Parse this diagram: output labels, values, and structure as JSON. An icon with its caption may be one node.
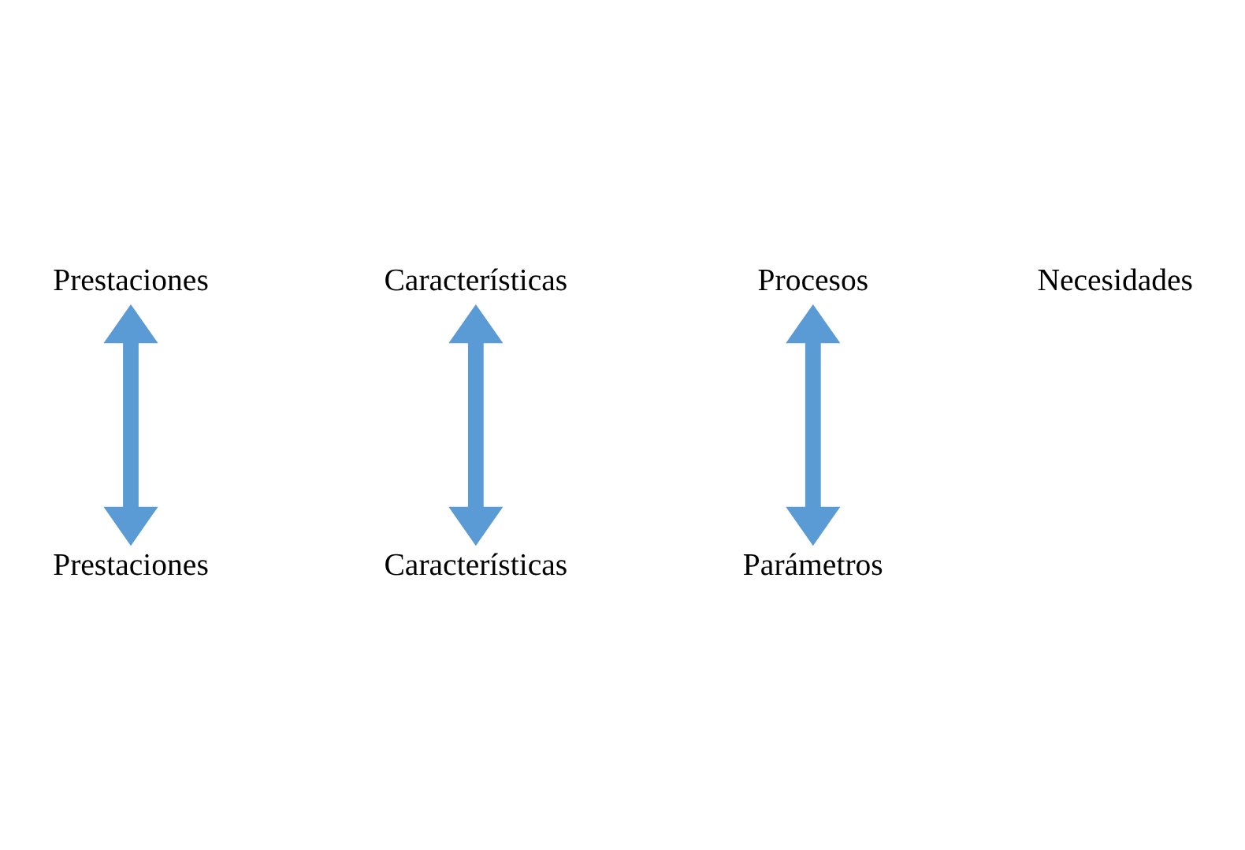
{
  "diagram": {
    "nodes": [
      {
        "text": [
          "Prestaciones"
        ]
      },
      {
        "text": [
          "Características"
        ]
      },
      {
        "text": [
          "Prestaciones"
        ]
      },
      {
        "text": [
          "Características"
        ]
      },
      {
        "text": [
          "Procesos"
        ]
      },
      {
        "text": [
          "Parámetros"
        ]
      }
    ],
    "edges": [
      {
        "from": 0,
        "to": 2,
        "arrow": "both"
      },
      {
        "from": 1,
        "to": 3,
        "arrow": "both"
      },
      {
        "from": 4,
        "to": 5,
        "arrow": "both"
      }
    ],
    "labels": [
      "Necesidades"
    ]
  }
}
